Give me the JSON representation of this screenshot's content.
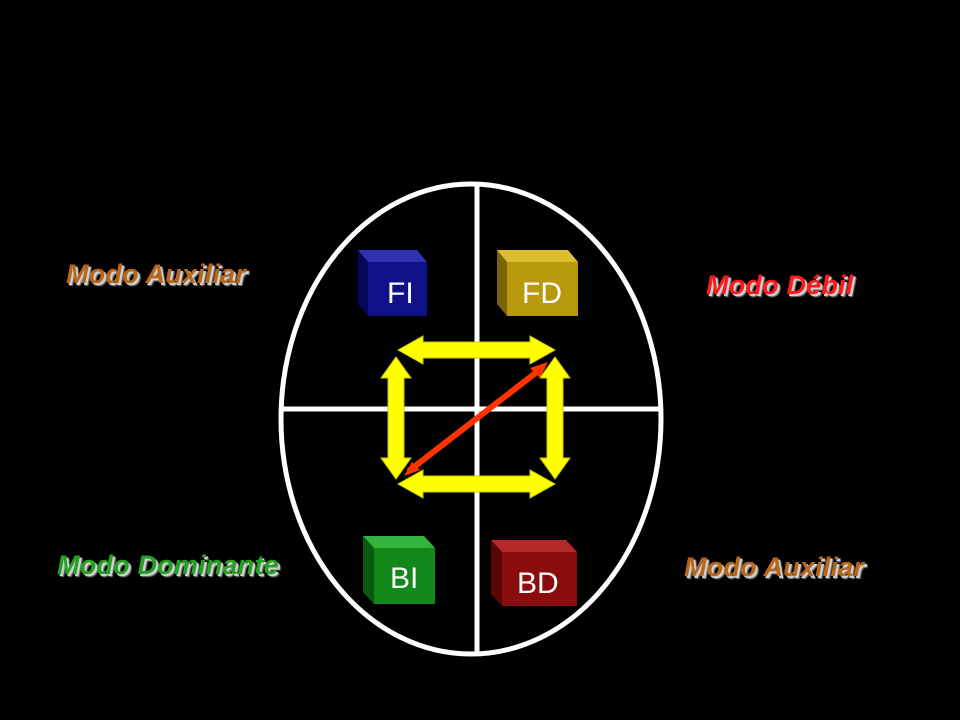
{
  "quadrants": [
    {
      "id": "fi",
      "cube_label": "FI",
      "mode_label": "Modo Auxiliar",
      "cube_color": "#101088",
      "mode_color": "#b8661a"
    },
    {
      "id": "fd",
      "cube_label": "FD",
      "mode_label": "Modo Débil",
      "cube_color": "#b8980c",
      "mode_color": "#ff1a1a"
    },
    {
      "id": "bi",
      "cube_label": "BI",
      "mode_label": "Modo Dominante",
      "cube_color": "#12881a",
      "mode_color": "#21a321"
    },
    {
      "id": "bd",
      "cube_label": "BD",
      "mode_label": "Modo Auxiliar",
      "cube_color": "#8a0c0c",
      "mode_color": "#b8661a"
    }
  ],
  "colors": {
    "background": "#000000",
    "ellipse": "#ffffff",
    "arrows": "#ffff00",
    "diagonal": "#ff3300"
  }
}
